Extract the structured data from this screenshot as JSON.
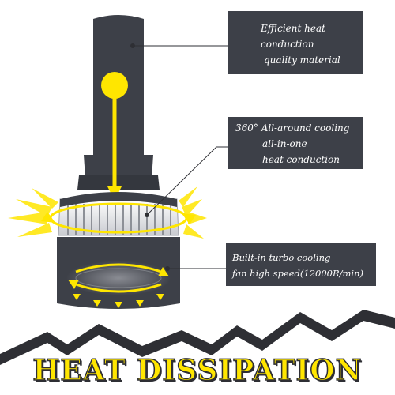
{
  "callouts": [
    {
      "lines": [
        "Efficient heat",
        "conduction",
        "quality material"
      ]
    },
    {
      "lines": [
        "360° All-around cooling",
        "all-in-one",
        "heat conduction"
      ]
    },
    {
      "lines": [
        "Built-in turbo cooling",
        "fan high speed(12000R/min)"
      ]
    }
  ],
  "banner": {
    "title": "HEAT DISSIPATION"
  },
  "colors": {
    "bulb_body": "#3d4048",
    "accent_yellow": "#ffe600",
    "fins": "#e6e7ea",
    "callout_bg": "#3d4048"
  }
}
